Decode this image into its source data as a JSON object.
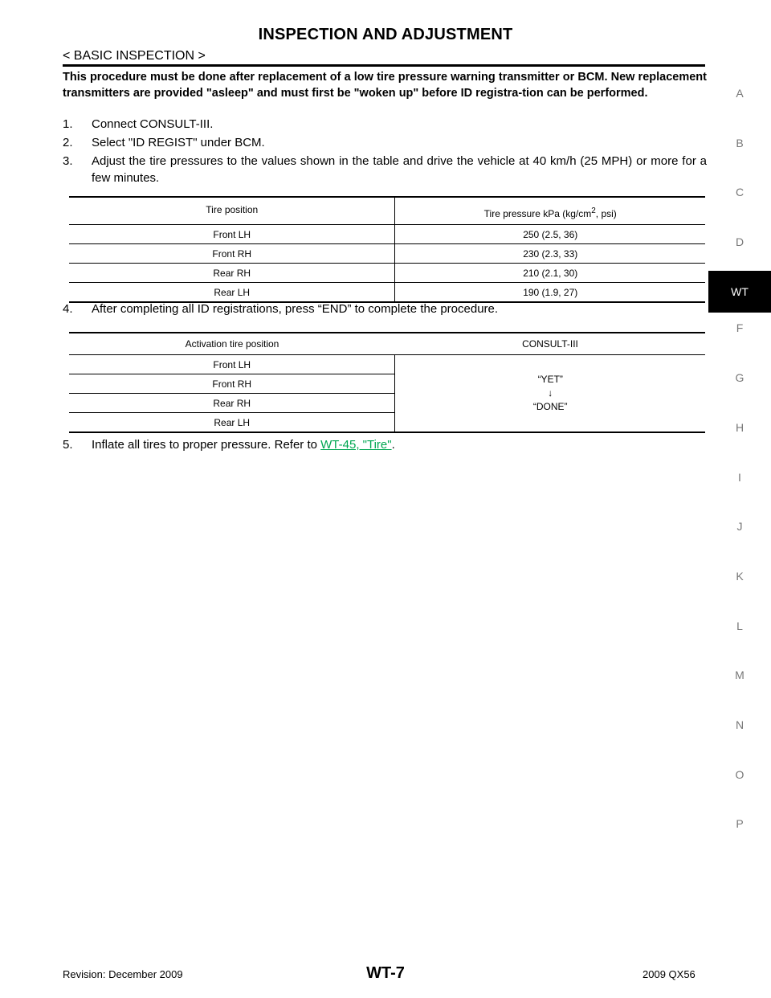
{
  "header": {
    "title": "INSPECTION AND ADJUSTMENT",
    "section": "< BASIC INSPECTION >"
  },
  "intro": "This procedure must be done after replacement of a low tire pressure warning transmitter or BCM. New replacement transmitters are provided \"asleep\" and must first be \"woken up\" before ID registra-tion can be performed.",
  "steps": [
    {
      "num": "1.",
      "text": "Connect CONSULT-III."
    },
    {
      "num": "2.",
      "text": "Select \"ID REGIST\" under BCM."
    },
    {
      "num": "3.",
      "text": "Adjust the tire pressures to the values shown in the table and drive the vehicle at 40 km/h (25 MPH) or more for a few minutes."
    },
    {
      "num": "4.",
      "text": "After completing all ID registrations, press “END” to complete the procedure."
    },
    {
      "num": "5.",
      "text_before": "Inflate all tires to proper pressure. Refer to ",
      "link": "WT-45, \"Tire\"",
      "text_after": "."
    }
  ],
  "tire_table": {
    "headers": [
      "Tire position",
      "Tire pressure kPa (kg/cm",
      "2",
      ", psi)"
    ],
    "rows": [
      [
        "Front LH",
        "250 (2.5, 36)"
      ],
      [
        "Front RH",
        "230 (2.3, 33)"
      ],
      [
        "Rear RH",
        "210 (2.1, 30)"
      ],
      [
        "Rear LH",
        "190 (1.9, 27)"
      ]
    ]
  },
  "activation_table": {
    "headers": [
      "Activation tire position",
      "CONSULT-III"
    ],
    "positions": [
      "Front LH",
      "Front RH",
      "Rear RH",
      "Rear LH"
    ],
    "status_from": "“YET”",
    "arrow": "↓",
    "status_to": "“DONE”"
  },
  "side_index": [
    "A",
    "B",
    "C",
    "D",
    "WT",
    "F",
    "G",
    "H",
    "I",
    "J",
    "K",
    "L",
    "M",
    "N",
    "O",
    "P"
  ],
  "side_index_active": "WT",
  "footer": {
    "revision": "Revision: December 2009",
    "page": "WT-7",
    "model": "2009 QX56"
  }
}
